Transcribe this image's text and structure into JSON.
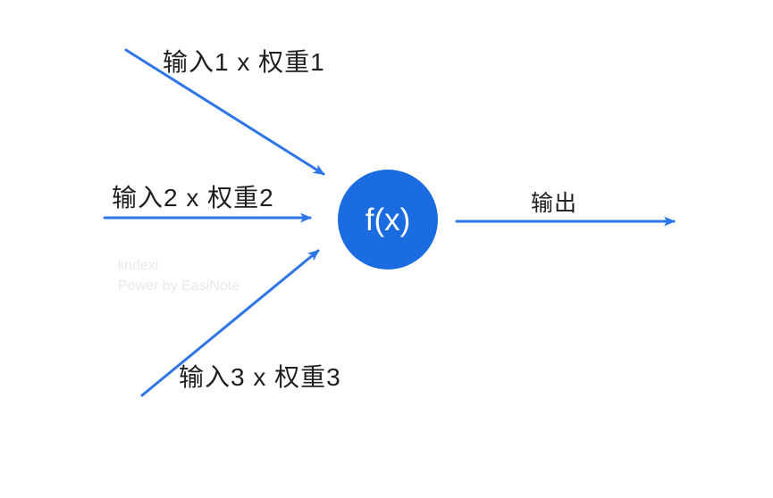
{
  "diagram": {
    "title": "neuron-function-diagram",
    "node": {
      "label": "f(x)"
    },
    "inputs": [
      {
        "label": "输入1 x 权重1"
      },
      {
        "label": "输入2 x 权重2"
      },
      {
        "label": "输入3 x 权重3"
      }
    ],
    "output": {
      "label": "输出"
    },
    "watermark": {
      "line1": "lindexi",
      "line2": "Power by EasiNote"
    }
  },
  "colors": {
    "background": "#ffffff",
    "arrow": "#2e76e6",
    "node_fill": "#1a6ce0",
    "node_text": "#ffffff",
    "label_text": "#1f1f1f",
    "watermark_text": "#e9e9ec"
  }
}
